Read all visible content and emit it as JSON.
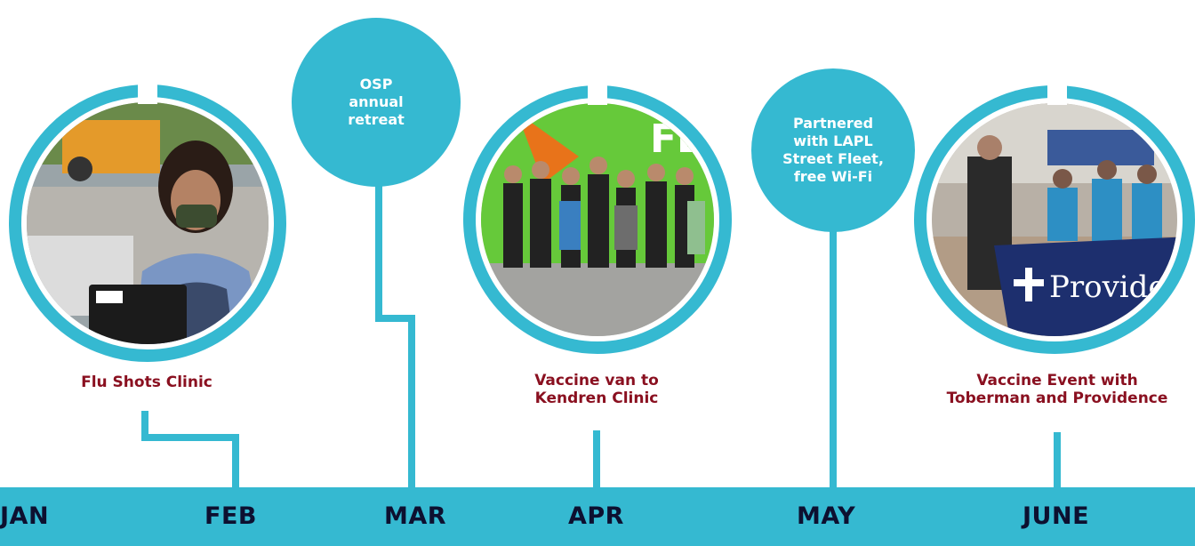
{
  "colors": {
    "accent": "#35b9d1",
    "caption": "#8a1020",
    "month_text": "#0d1030"
  },
  "months": [
    "JAN",
    "FEB",
    "MAR",
    "APR",
    "MAY",
    "JUNE"
  ],
  "events": {
    "flu_shots": {
      "caption": "Flu Shots Clinic"
    },
    "osp_retreat": {
      "caption": "OSP\nannual\nretreat"
    },
    "vaccine_van": {
      "caption": "Vaccine van to\nKendren Clinic"
    },
    "lapl_fleet": {
      "caption": "Partnered\nwith LAPL\nStreet Fleet,\nfree Wi-Fi"
    },
    "vaccine_event": {
      "caption": "Vaccine Event with\nToberman and Providence",
      "banner_text": "Providence"
    }
  }
}
